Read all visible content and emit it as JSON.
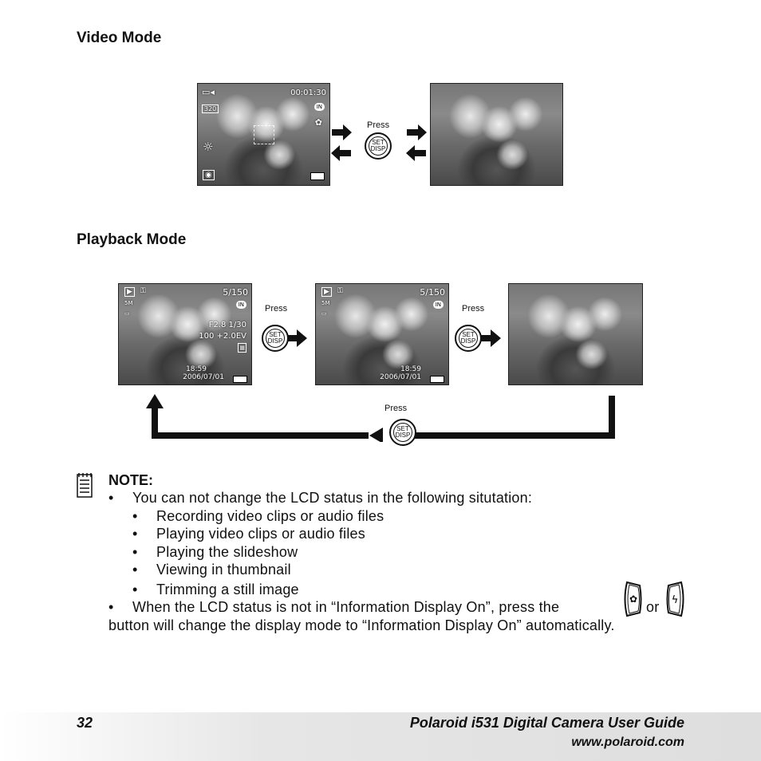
{
  "sections": {
    "video_title": "Video Mode",
    "playback_title": "Playback Mode"
  },
  "press_label": "Press",
  "button": {
    "line1": "SET",
    "line2": "DISP"
  },
  "video_screen": {
    "time": "00:01:30",
    "in_badge": "IN"
  },
  "playback_screen": {
    "counter": "5/150",
    "in_badge": "IN",
    "aperture": "F2.8",
    "shutter": "1/30",
    "iso": "100",
    "ev": "+2.0EV",
    "time": "18:59",
    "date": "2006/07/01"
  },
  "note": {
    "title": "NOTE:",
    "intro": "You can not change the LCD status in the following situtation:",
    "items": [
      "Recording video clips or audio files",
      "Playing video clips or audio files",
      "Playing the slideshow",
      "Viewing in thumbnail",
      "Trimming a still image"
    ],
    "line2_a": "When the LCD status is not in “Information Display On”, press the",
    "line2_or": "or",
    "line3": "button will change the display mode to “Information Display On” automatically."
  },
  "footer": {
    "page": "32",
    "title": "Polaroid i531 Digital Camera User Guide",
    "url": "www.polaroid.com"
  }
}
